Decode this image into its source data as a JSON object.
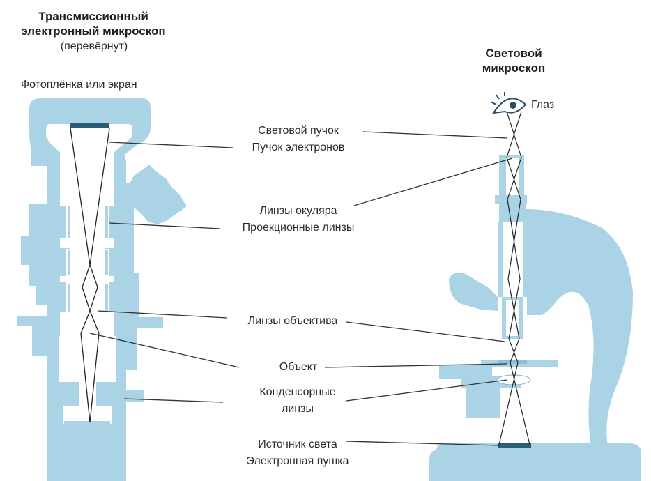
{
  "colors": {
    "body": "#aad4e5",
    "inner": "#ffffff",
    "ray": "#222222",
    "leader": "#333333",
    "film": "#2a5f77",
    "text": "#2b2b2b"
  },
  "tem": {
    "title_line1": "Трансмиссионный",
    "title_line2": "электронный микроскоп",
    "title_note": "(перевёрнут)",
    "film_label": "Фотоплёнка или экран"
  },
  "light": {
    "title_line1": "Световой",
    "title_line2": "микроскоп",
    "eye_label": "Глаз",
    "eye_icon": "eye-icon"
  },
  "labels": {
    "beam_light": "Световой пучок",
    "beam_electron": "Пучок электронов",
    "ocular": "Линзы окуляра",
    "projection": "Проекционные линзы",
    "objective": "Линзы объектива",
    "object": "Объект",
    "condenser_1": "Конденсорные",
    "condenser_2": "линзы",
    "source_light": "Источник света",
    "source_electron": "Электронная пушка"
  }
}
